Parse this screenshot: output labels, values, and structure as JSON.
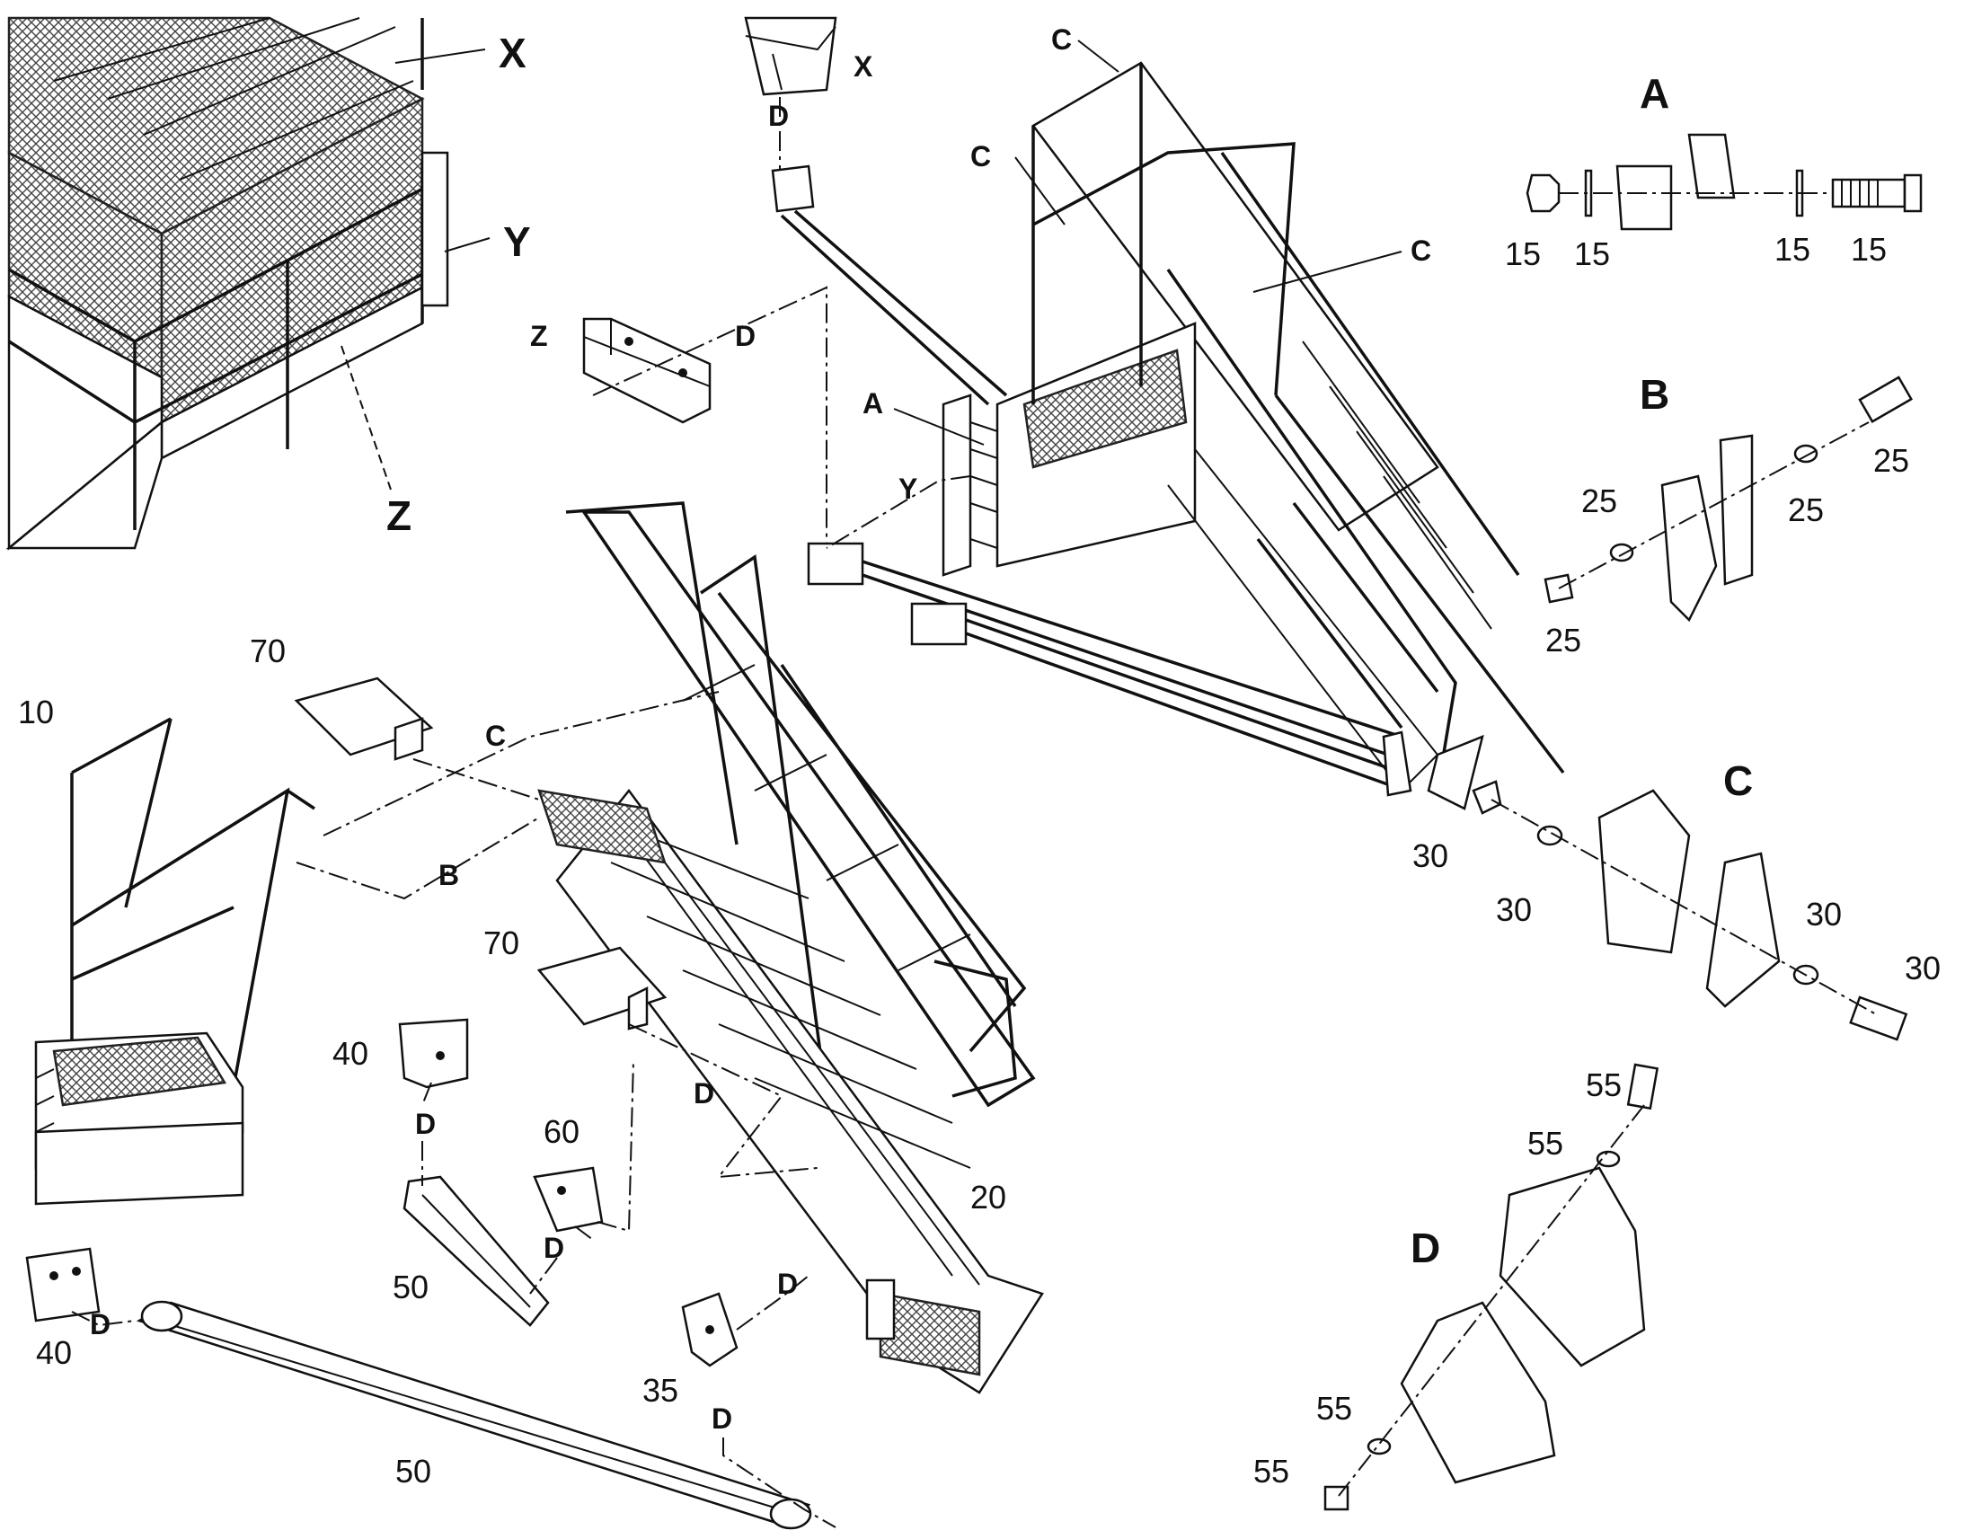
{
  "labels": {
    "X": "X",
    "Y": "Y",
    "Z": "Z",
    "A": "A",
    "B": "B",
    "C": "C",
    "D": "D",
    "n10": "10",
    "n15": "15",
    "n20": "20",
    "n25": "25",
    "n30": "30",
    "n35": "35",
    "n40": "40",
    "n50": "50",
    "n55": "55",
    "n60": "60",
    "n70": "70"
  }
}
